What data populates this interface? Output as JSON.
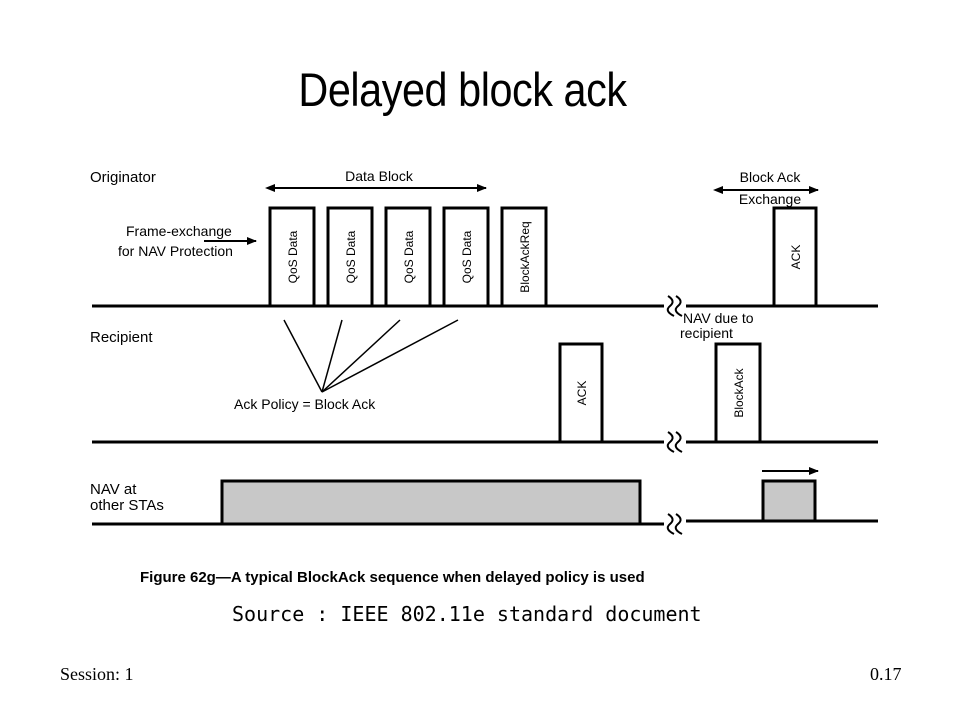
{
  "slide": {
    "title": "Delayed block ack",
    "source": "Source : IEEE 802.11e standard document",
    "session": "Session: 1",
    "page": "0.17"
  },
  "diagram": {
    "rows": {
      "originator": "Originator",
      "recipient": "Recipient",
      "nav_line1": "NAV at",
      "nav_line2": "other STAs"
    },
    "data_block_label": "Data Block",
    "block_ack_exchange_line1": "Block Ack",
    "block_ack_exchange_line2": "Exchange",
    "frame_exchange_line1": "Frame-exchange",
    "frame_exchange_line2": "for NAV Protection",
    "originator_frames": [
      "QoS Data",
      "QoS Data",
      "QoS Data",
      "QoS Data",
      "BlockAckReq"
    ],
    "originator_ack": "ACK",
    "recipient_ack": "ACK",
    "recipient_blockack": "BlockAck",
    "nav_due_line1": "NAV due to",
    "nav_due_line2": "recipient",
    "ack_policy": "Ack Policy = Block Ack",
    "figure_caption": "Figure 62g—A typical BlockAck sequence when delayed policy is used"
  },
  "colors": {
    "nav_fill": "#c8c8c8",
    "line": "#000000"
  }
}
